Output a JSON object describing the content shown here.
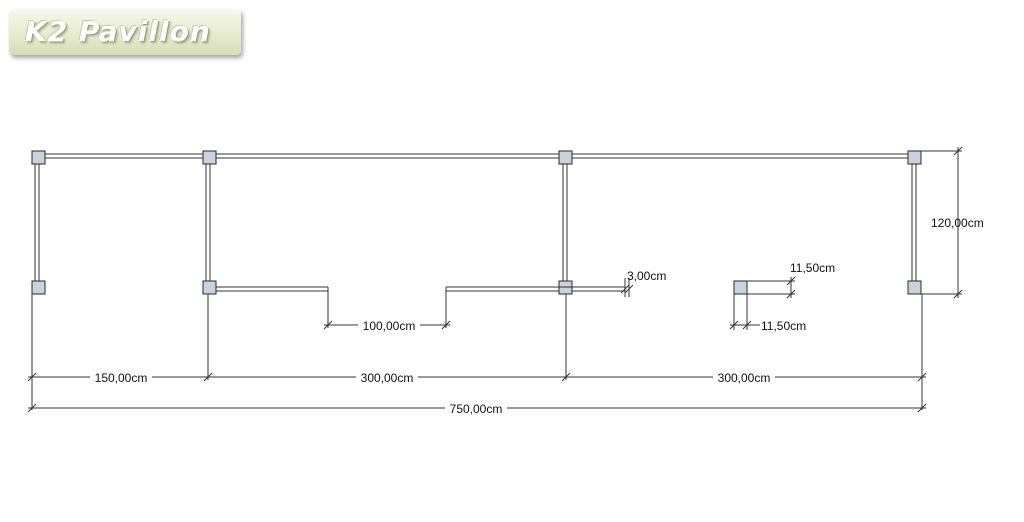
{
  "logo": {
    "text": "K2 Pavillon"
  },
  "dimensions": {
    "height_right": "120,00cm",
    "profile_width": "3,00cm",
    "post_depth": "11,50cm",
    "post_width": "11,50cm",
    "door_opening": "100,00cm",
    "bay_1": "150,00cm",
    "bay_2": "300,00cm",
    "bay_3": "300,00cm",
    "total_length": "750,00cm"
  },
  "colors": {
    "post_fill": "#c9d3dc",
    "post_stroke": "#2a2a2a",
    "line": "#333333"
  }
}
